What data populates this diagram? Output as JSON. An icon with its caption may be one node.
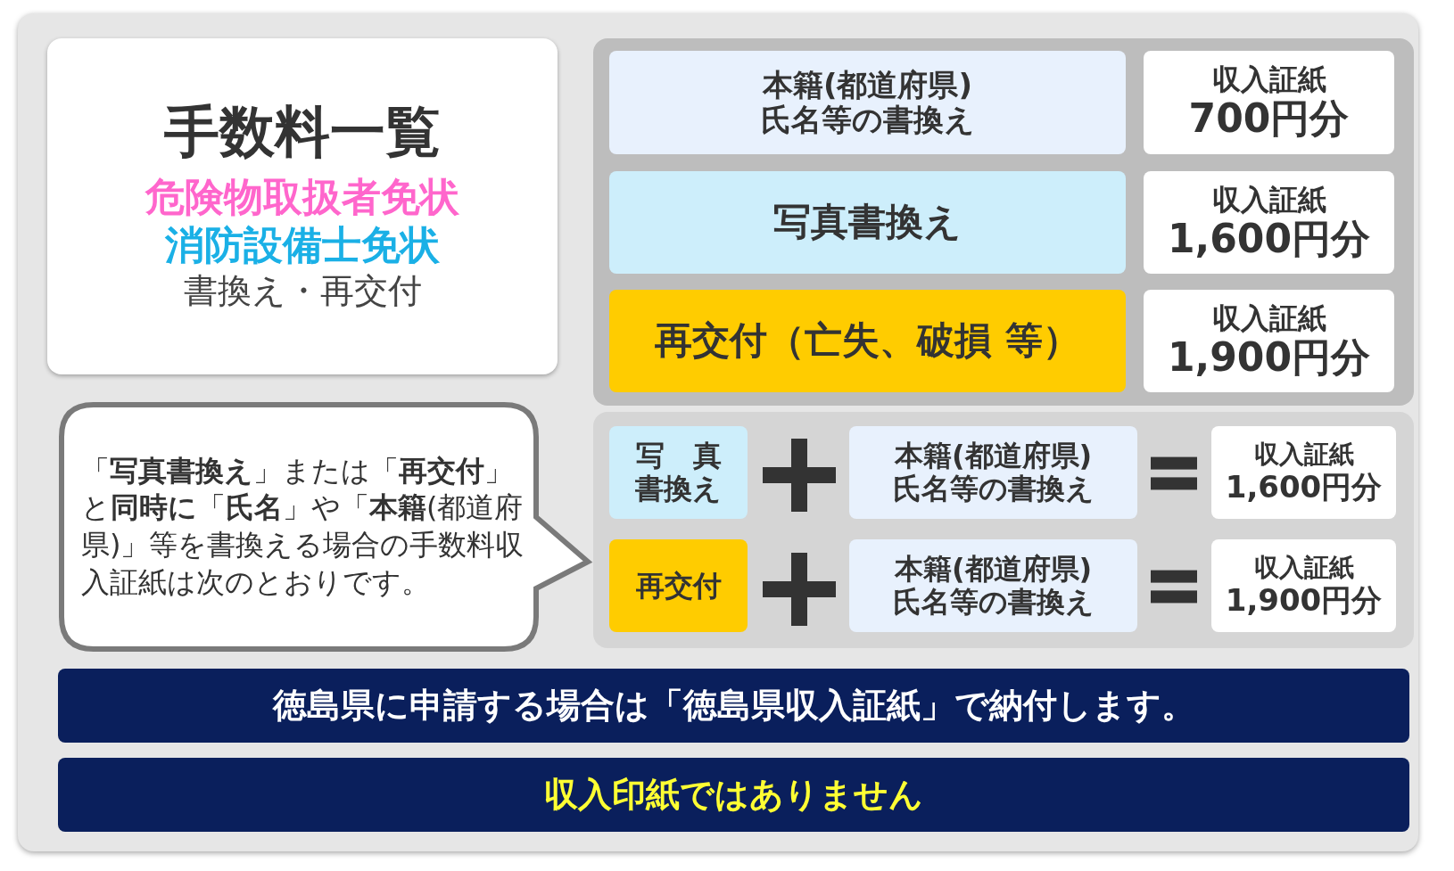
{
  "diagram": {
    "nodes": [
      {
        "text": [
          "手数料一覧",
          "危険物取扱者免状",
          "消防設備士免状",
          "書換え・再交付"
        ]
      },
      {
        "text": [],
        "shape": "box"
      },
      {
        "text": [
          "本籍(都道府県)氏名等の書換え"
        ],
        "in": 1
      },
      {
        "text": [
          "収入証紙",
          "**700**円分"
        ],
        "in": 1
      },
      {
        "text": [
          "写真書換え"
        ],
        "in": 1
      },
      {
        "text": [
          "収入証紙",
          "**1,600**円分"
        ],
        "in": 1
      },
      {
        "text": [
          "再交付（亡失、破損 等）"
        ],
        "in": 1
      },
      {
        "text": [
          "収入証紙",
          "**1,900**円分"
        ],
        "in": 1
      },
      {
        "text": [
          "「**写真書換え**」または「**再交付**」と**同時に**「**氏名**」や「**本籍**(都道府県)」等を書換える場合の手数料収入証紙は次のとおりです。"
        ]
      },
      {
        "text": [],
        "shape": "box"
      },
      {
        "text": [
          "写　真書換え"
        ],
        "in": 9
      },
      {
        "text": [
          "本籍(都道府県)氏名等の書換え"
        ],
        "in": 9
      },
      {
        "text": [
          "収入証紙",
          "**1,600**円分"
        ],
        "in": 9
      },
      {
        "text": [
          "再交付"
        ],
        "in": 9
      },
      {
        "text": [
          "本籍(都道府県)氏名等の書換え"
        ],
        "in": 9
      },
      {
        "text": [
          "収入証紙",
          "**1,900**円分"
        ],
        "in": 9
      },
      {
        "text": [
          "徳島県に申請する場合は「徳島県収入証紙」で納付します。"
        ]
      },
      {
        "text": [
          "収入印紙ではありません"
        ]
      }
    ]
  }
}
